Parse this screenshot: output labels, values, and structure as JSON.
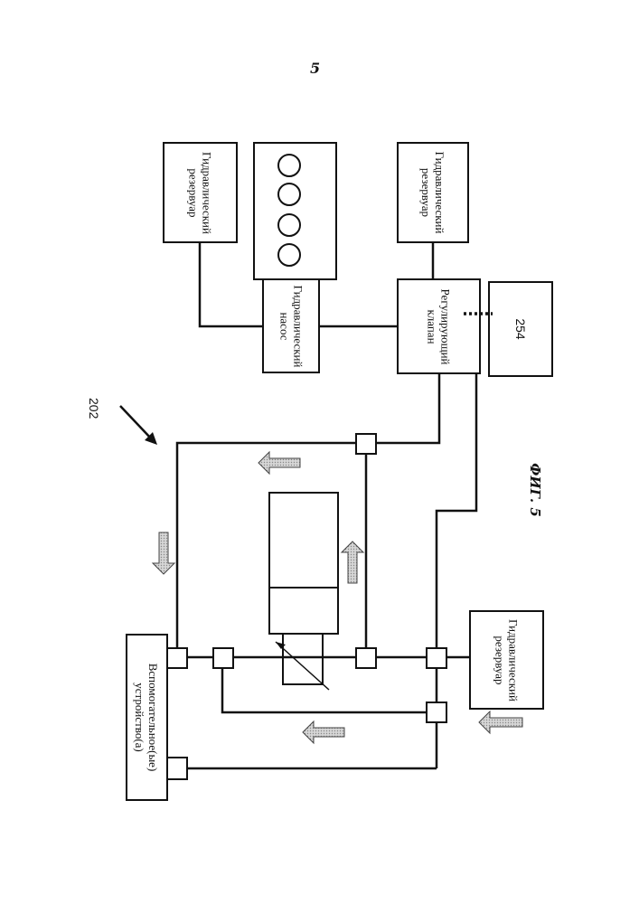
{
  "page_number": "5",
  "figure_caption": "ФИГ. 5",
  "reference_numeral": "202",
  "components": {
    "reservoir_top_left": "Гидравлический\nрезервуар",
    "reservoir_top_right": "Гидравлический\nрезервуар",
    "reservoir_bottom": "Гидравлический\nрезервуар",
    "hydraulic_pump": "Гидравлический\nнасос",
    "control_valve": "Регулирующий\nклапан",
    "block_254": "254",
    "auxiliary_devices": "Вспомогательное(ые)\nустройство(а)"
  },
  "colors": {
    "line": "#111111",
    "flow_arrow_fill": "#bdbdbd"
  }
}
